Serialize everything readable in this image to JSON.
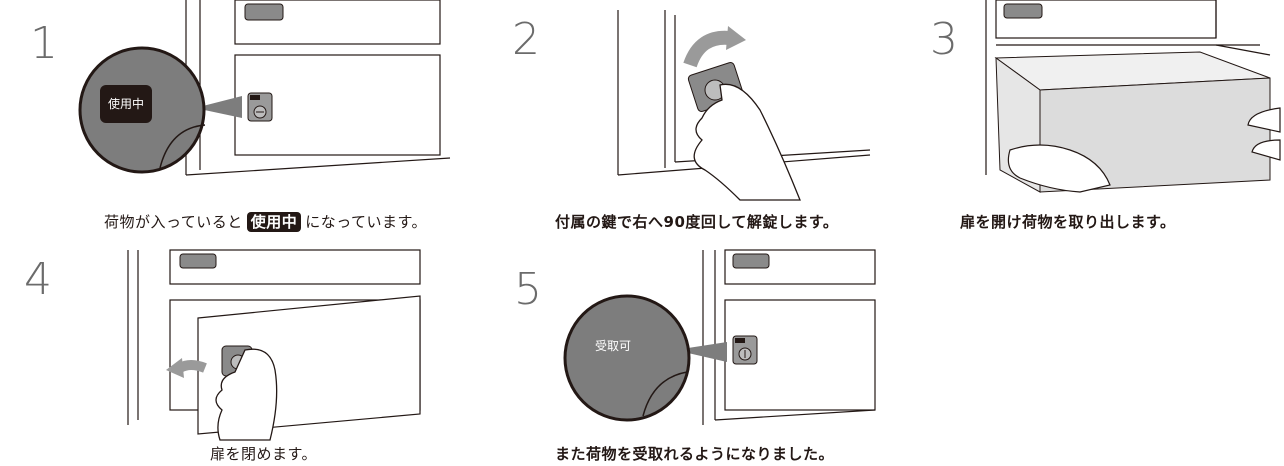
{
  "steps": [
    {
      "number": "1",
      "caption_before": "荷物が入っていると",
      "caption_badge": "使用中",
      "caption_after": "になっています。",
      "zoom_label": "使用中"
    },
    {
      "number": "2",
      "caption": "付属の鍵で右へ90度回して解錠します。"
    },
    {
      "number": "3",
      "caption": "扉を開け荷物を取り出します。"
    },
    {
      "number": "4",
      "caption": "扉を閉めます。"
    },
    {
      "number": "5",
      "caption": "また荷物を受取れるようになりました。",
      "zoom_label": "受取可"
    }
  ],
  "colors": {
    "ink": "#231815",
    "lock_gray": "#8a8a8a",
    "box_gray": "#dcdcdc",
    "zoom_gray": "#7d7d7d"
  }
}
